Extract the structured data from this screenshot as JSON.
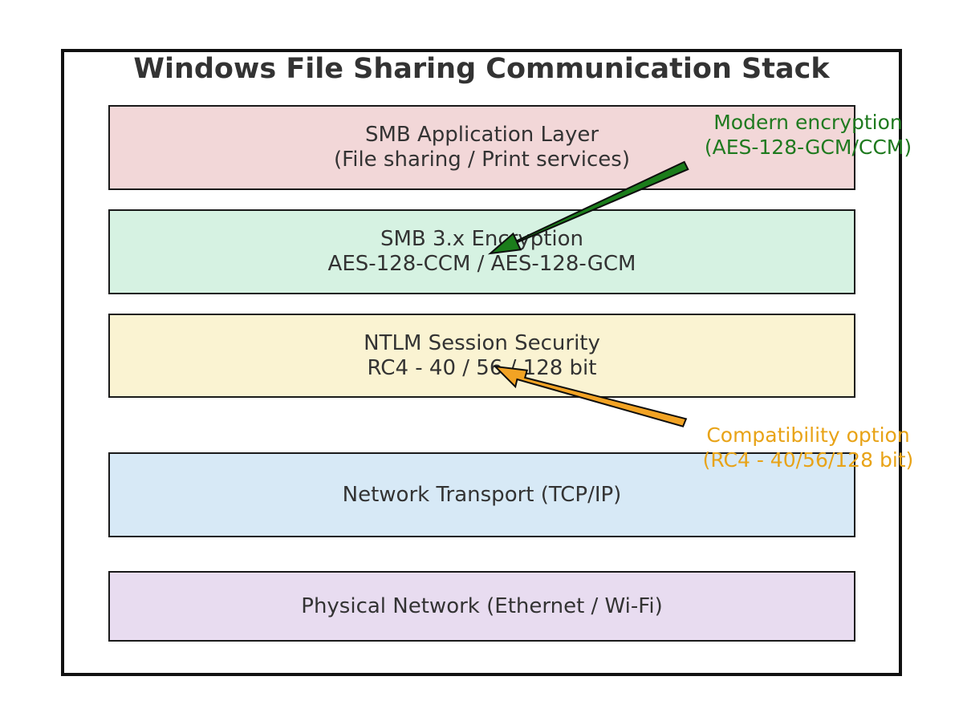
{
  "diagram": {
    "title": "Windows File Sharing Communication Stack",
    "layers": [
      {
        "line1": "SMB Application Layer",
        "line2": "(File sharing / Print services)",
        "color": "#f2d7d8"
      },
      {
        "line1": "SMB 3.x Encryption",
        "line2": "AES-128-CCM / AES-128-GCM",
        "color": "#d6f2e2"
      },
      {
        "line1": "NTLM Session Security",
        "line2": "RC4 - 40 / 56 / 128 bit",
        "color": "#faf3d2"
      },
      {
        "line1": "Network Transport (TCP/IP)",
        "color": "#d7e9f6"
      },
      {
        "line1": "Physical Network (Ethernet / Wi-Fi)",
        "color": "#e8dcf0"
      }
    ],
    "annotations": {
      "modern": {
        "line1": "Modern encryption",
        "line2": "(AES-128-GCM/CCM)",
        "color": "#1f7a1f",
        "target": "SMB 3.x Encryption"
      },
      "compat": {
        "line1": "Compatibility option",
        "line2": "(RC4 - 40/56/128 bit)",
        "color": "#e8a317",
        "target": "NTLM Session Security"
      }
    }
  }
}
